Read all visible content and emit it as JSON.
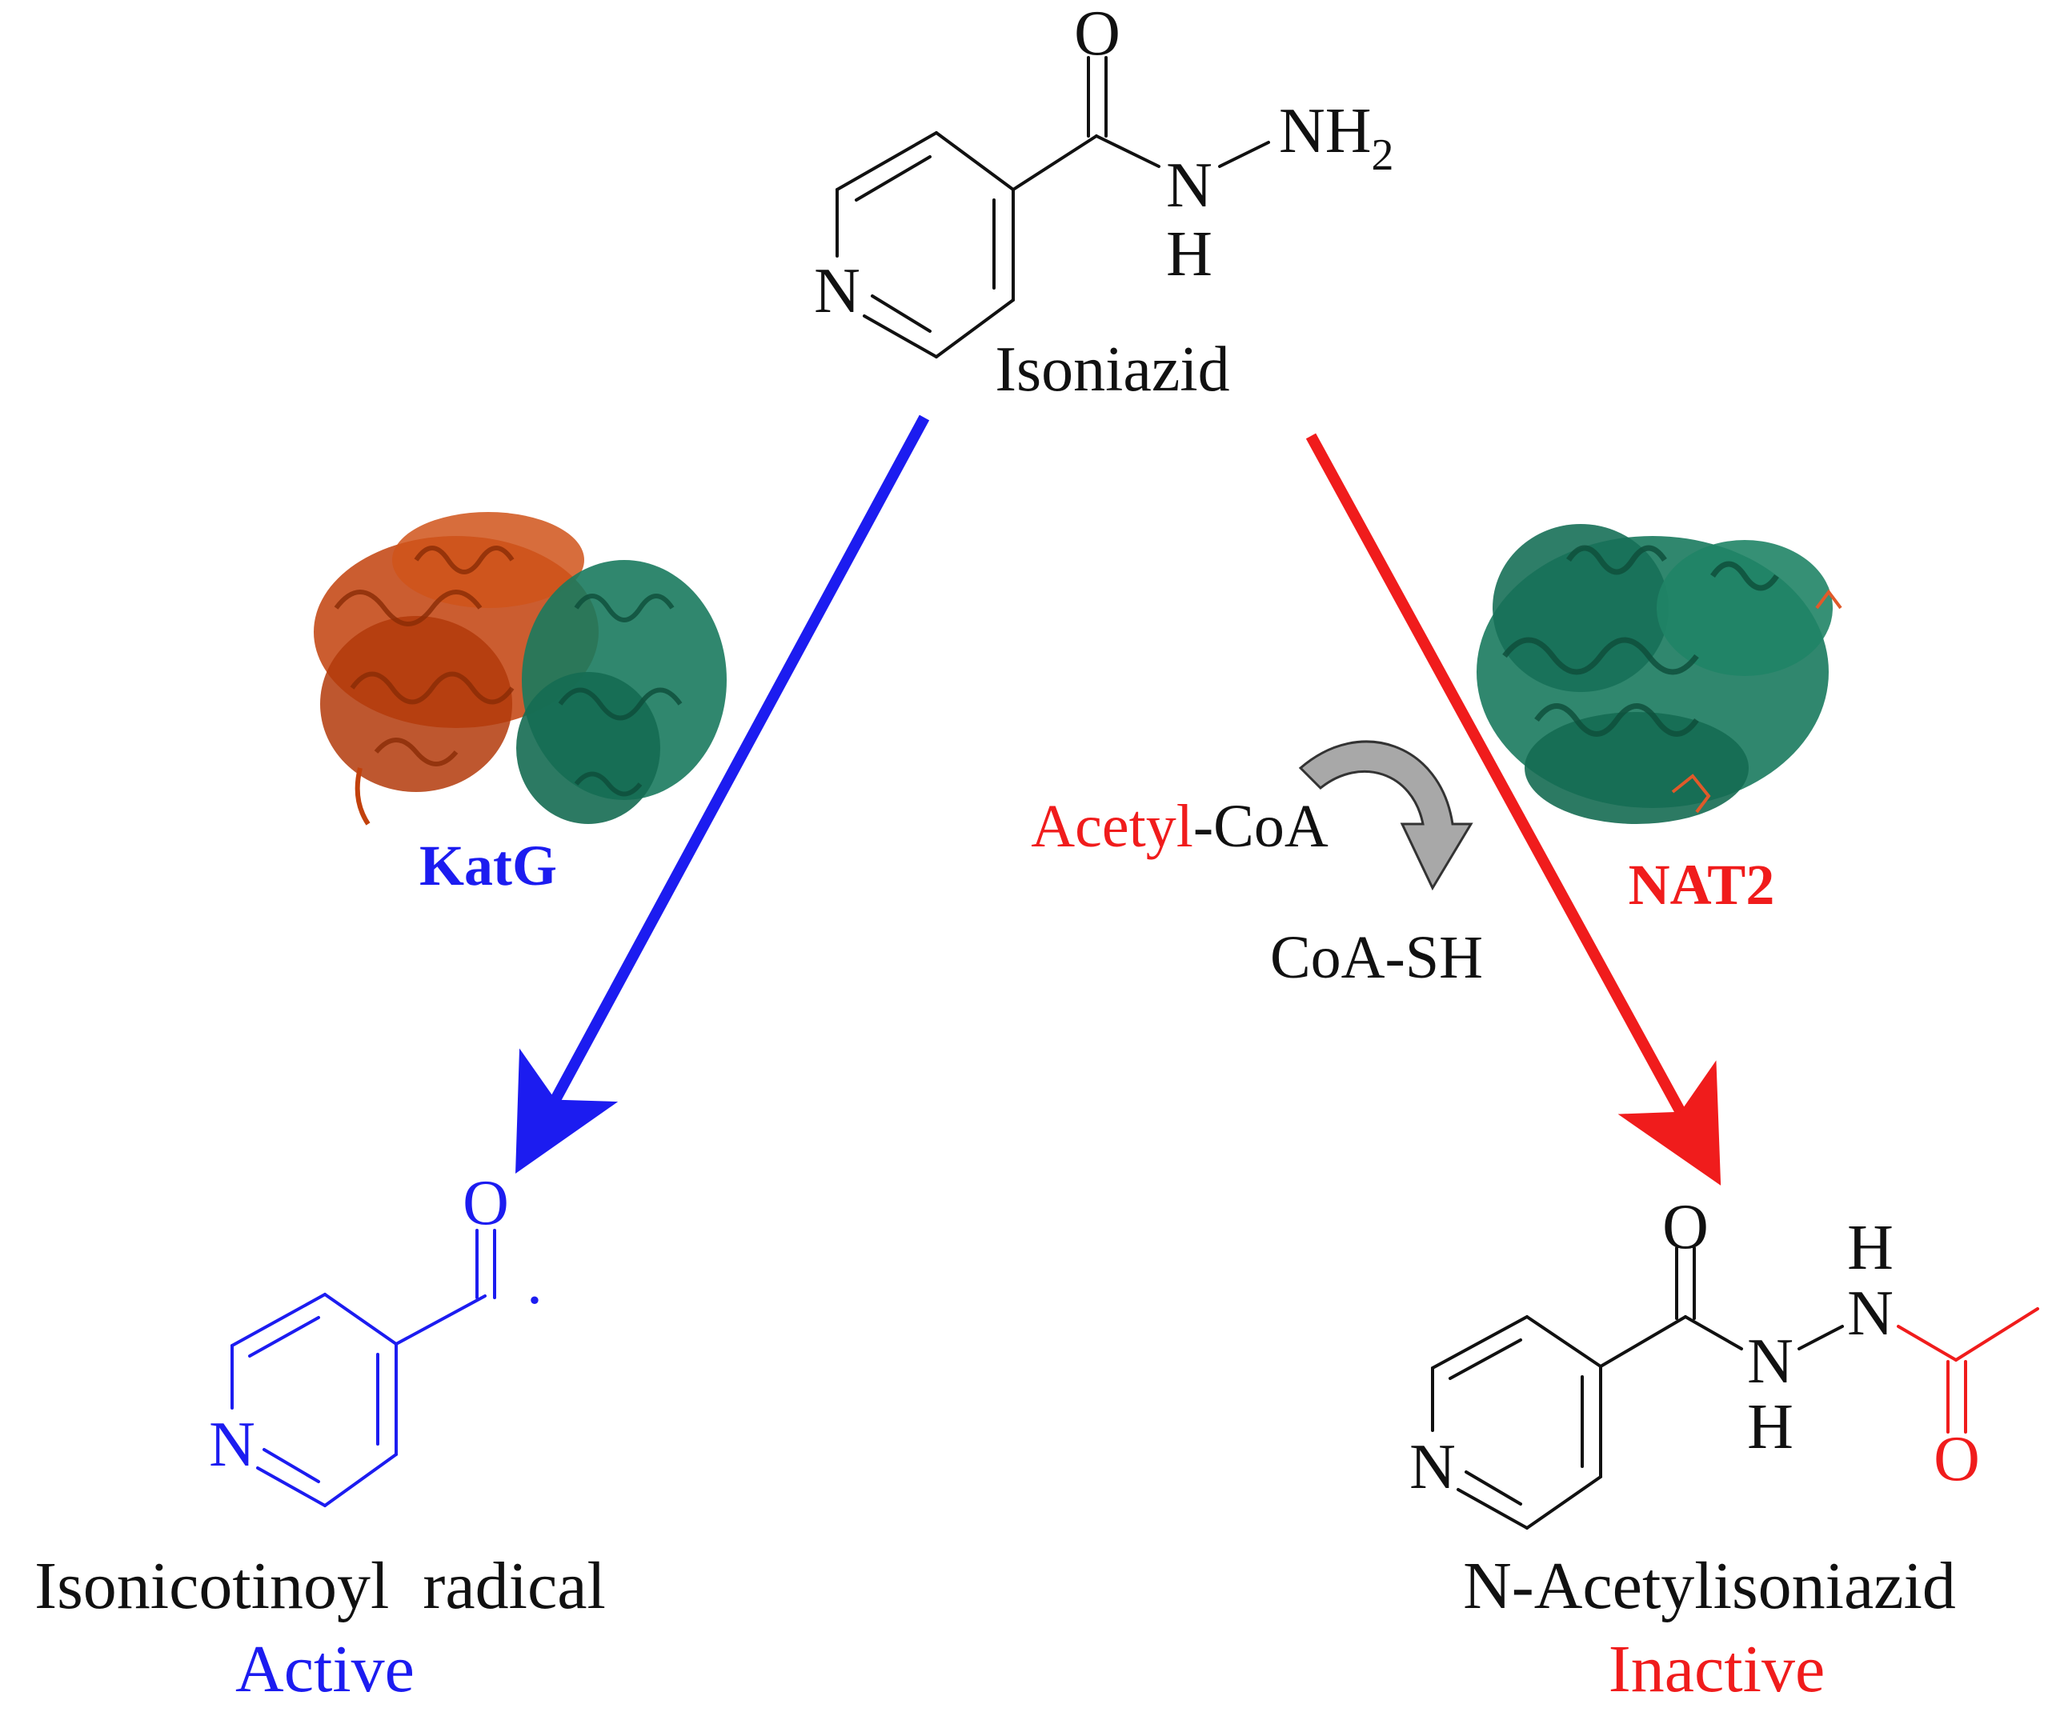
{
  "colors": {
    "black": "#111111",
    "blue": "#1c1cf0",
    "red": "#f01c1c",
    "katg_orange": "#c2410c",
    "teal": "#1a7a5e",
    "grey_arrow": "#9a9a9a"
  },
  "isoniazid": {
    "atom_O": "O",
    "atom_NH2_main": "NH",
    "atom_NH2_sub": "2",
    "atom_N": "N",
    "atom_H": "H",
    "ring_N": "N",
    "name": "Isoniazid"
  },
  "katg": {
    "label": "KatG"
  },
  "nat2": {
    "label": "NAT2"
  },
  "cofactor": {
    "acetyl_red": "Acetyl",
    "acetyl_black": "-CoA",
    "coa_sh": "CoA-SH"
  },
  "radical": {
    "atom_O": "O",
    "ring_N": "N",
    "dot": "·",
    "name": "Isonicotinoyl  radical",
    "status": "Active"
  },
  "acetyl_product": {
    "atom_O1": "O",
    "atom_H_top": "H",
    "atom_N_top": "N",
    "atom_N_mid": "N",
    "atom_H_mid": "H",
    "atom_O2": "O",
    "ring_N": "N",
    "name": "N-Acetylisoniazid",
    "status": "Inactive"
  }
}
